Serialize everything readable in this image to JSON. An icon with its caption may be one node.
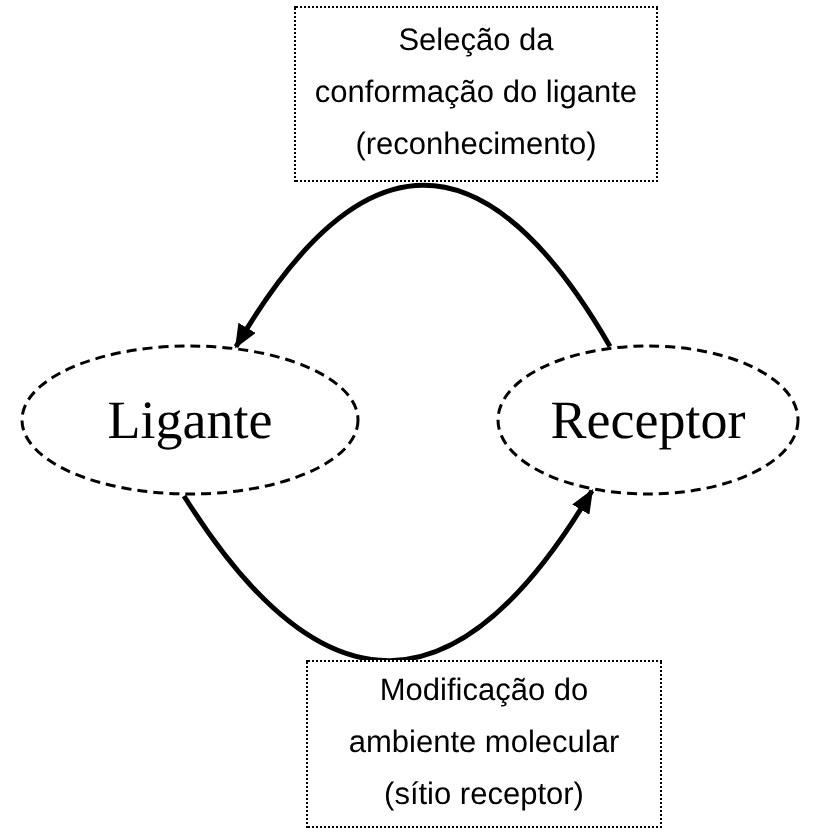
{
  "diagram": {
    "nodes": [
      {
        "text": [
          "Seleção da conformação do ligante (reconhecimento)"
        ]
      },
      {
        "text": [
          "Ligante"
        ]
      },
      {
        "text": [
          "Receptor"
        ]
      },
      {
        "text": [
          "Modificação do ambiente molecular (sítio receptor)"
        ]
      }
    ],
    "edges": [
      {
        "from": 2,
        "to": 1,
        "arrow": "to"
      },
      {
        "from": 1,
        "to": 2,
        "arrow": "to"
      }
    ]
  }
}
